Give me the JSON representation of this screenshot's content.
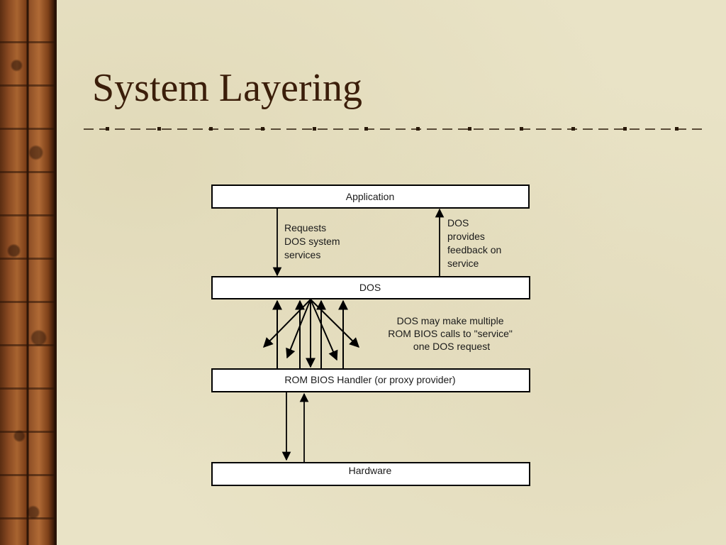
{
  "slide": {
    "title": "System Layering"
  },
  "diagram": {
    "layers": {
      "application": "Application",
      "dos": "DOS",
      "bios": "ROM BIOS Handler (or proxy provider)",
      "hardware": "Hardware"
    },
    "notes": {
      "requests": [
        "Requests",
        "DOS system",
        "services"
      ],
      "feedback": [
        "DOS",
        "provides",
        "feedback on",
        "service"
      ],
      "multiple_calls": [
        "DOS may make multiple",
        "ROM BIOS calls to \"service\"",
        "one DOS request"
      ]
    }
  },
  "colors": {
    "title": "#3b1e0a",
    "line": "#000000",
    "background": "#e9e3c6",
    "sidebar": "#8a4a22"
  }
}
